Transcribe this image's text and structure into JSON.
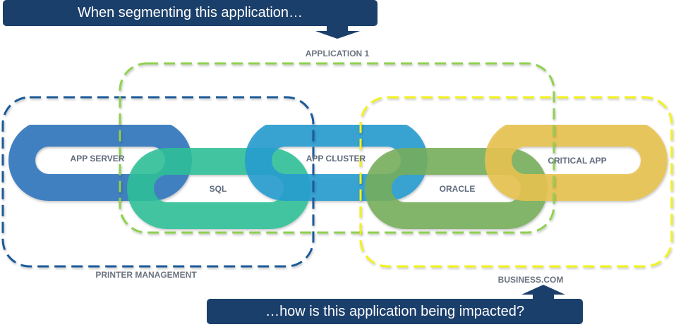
{
  "banners": {
    "top": "When segmenting this application…",
    "bottom": "…how is this application being impacted?"
  },
  "zones": [
    {
      "id": "printer-management",
      "label": "PRINTER MANAGEMENT",
      "color": "#1d5a99"
    },
    {
      "id": "application-1",
      "label": "APPLICATION 1",
      "color": "#8fd14f"
    },
    {
      "id": "business-com",
      "label": "BUSINESS.COM",
      "color": "#f2f21a"
    }
  ],
  "chain_links": [
    {
      "id": "app-server",
      "label": "APP SERVER",
      "color": "#3a7bbf"
    },
    {
      "id": "sql",
      "label": "SQL",
      "color": "#2dc096"
    },
    {
      "id": "app-cluster",
      "label": "APP CLUSTER",
      "color": "#279ccf"
    },
    {
      "id": "oracle",
      "label": "ORACLE",
      "color": "#76ae5a"
    },
    {
      "id": "critical-app",
      "label": "CRITICAL APP",
      "color": "#e8c24f"
    }
  ],
  "colors": {
    "banner": "#1b3f6b",
    "label_text": "#5f6b7d"
  }
}
